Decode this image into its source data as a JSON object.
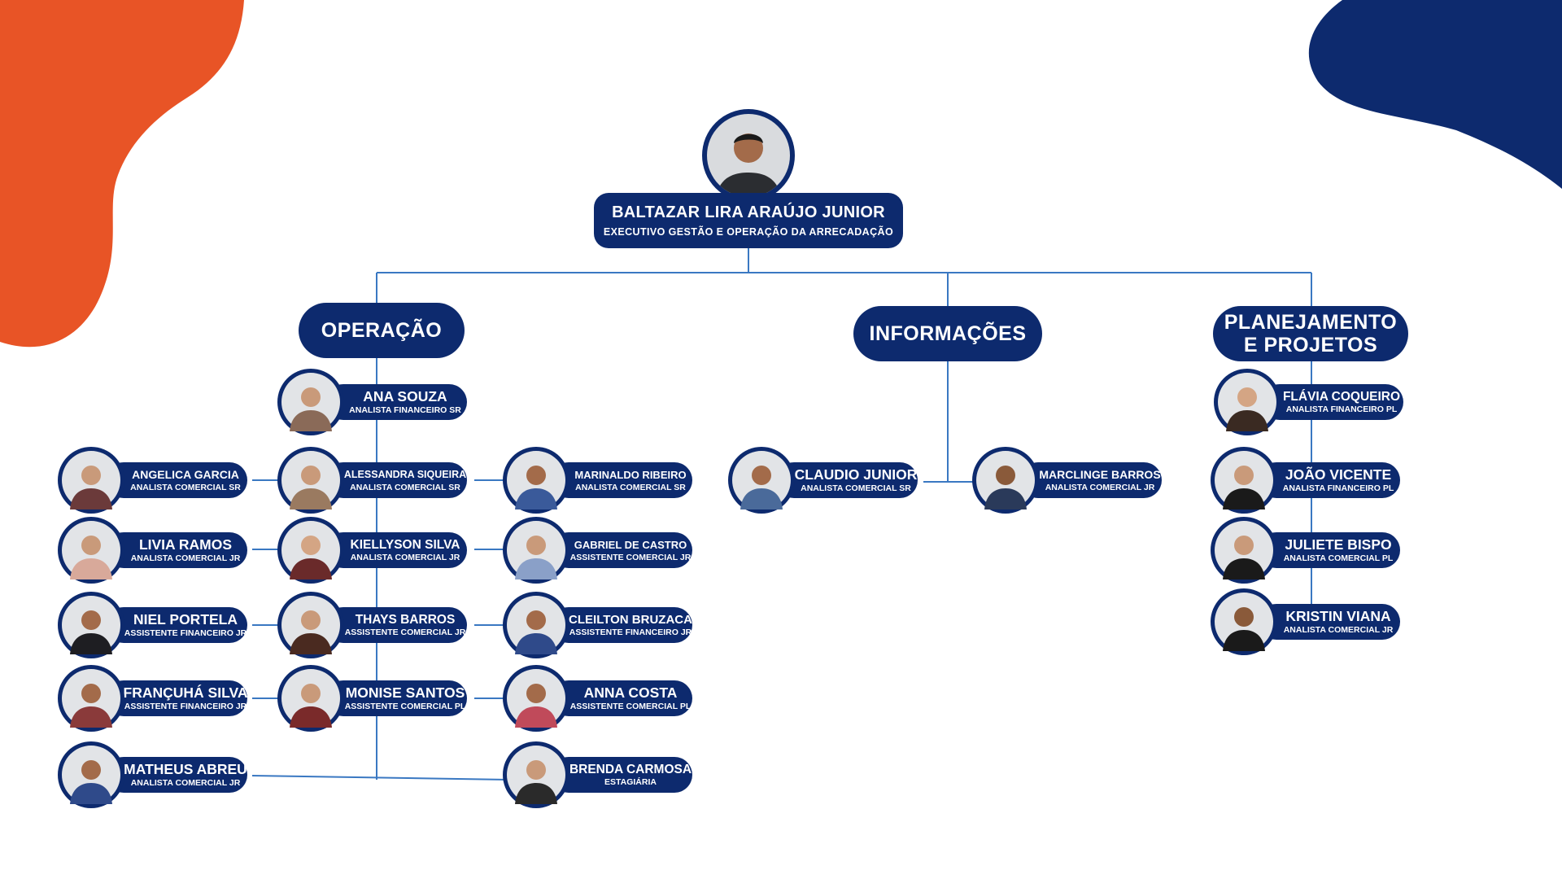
{
  "colors": {
    "navy": "#0d2a6e",
    "orange": "#e85426",
    "line": "#3a78c2",
    "white": "#ffffff"
  },
  "head": {
    "name": "BALTAZAR LIRA ARAÚJO JUNIOR",
    "role": "EXECUTIVO  GESTÃO  E OPERAÇÃO  DA ARRECADAÇÃO",
    "icon": "person-avatar-icon"
  },
  "departments": {
    "operacao": "OPERAÇÃO",
    "informacoes": "INFORMAÇÕES",
    "planejamento": [
      "PLANEJAMENTO",
      "E PROJETOS"
    ]
  },
  "people": {
    "ana_souza": {
      "name": "ANA SOUZA",
      "role": "ANALISTA FINANCEIRO SR"
    },
    "angelica": {
      "name": "ANGELICA GARCIA",
      "role": "ANALISTA COMERCIAL SR"
    },
    "livia": {
      "name": "LIVIA RAMOS",
      "role": "ANALISTA COMERCIAL JR"
    },
    "niel": {
      "name": "NIEL PORTELA",
      "role": "ASSISTENTE FINANCEIRO JR"
    },
    "francuha": {
      "name": "FRANÇUHÁ SILVA",
      "role": "ASSISTENTE FINANCEIRO JR"
    },
    "matheus": {
      "name": "MATHEUS ABREU",
      "role": "ANALISTA COMERCIAL JR"
    },
    "alessandra": {
      "name": "ALESSANDRA  SIQUEIRA",
      "role": "ANALISTA COMERCIAL SR"
    },
    "kiellyson": {
      "name": "KIELLYSON SILVA",
      "role": "ANALISTA COMERCIAL JR"
    },
    "thays": {
      "name": "THAYS BARROS",
      "role": "ASSISTENTE COMERCIAL JR"
    },
    "monise": {
      "name": "MONISE SANTOS",
      "role": "ASSISTENTE COMERCIAL PL"
    },
    "marinaldo": {
      "name": "MARINALDO  RIBEIRO",
      "role": "ANALISTA COMERCIAL SR"
    },
    "gabriel": {
      "name": "GABRIEL  DE CASTRO",
      "role": "ASSISTENTE COMERCIAL JR"
    },
    "cleilton": {
      "name": "CLEILTON BRUZACA",
      "role": "ASSISTENTE FINANCEIRO JR"
    },
    "anna_costa": {
      "name": "ANNA COSTA",
      "role": "ASSISTENTE COMERCIAL PL"
    },
    "brenda": {
      "name": "BRENDA CARMOSA",
      "role": "ESTAGIÁRIA"
    },
    "claudio": {
      "name": "CLAUDIO JUNIOR",
      "role": "ANALISTA COMERCIAL SR"
    },
    "marclinge": {
      "name": "MARCLINGE BARROS",
      "role": "ANALISTA COMERCIAL JR"
    },
    "flavia": {
      "name": "FLÁVIA COQUEIRO",
      "role": "ANALISTA FINANCEIRO PL"
    },
    "joao": {
      "name": "JOÃO VICENTE",
      "role": "ANALISTA FINANCEIRO PL"
    },
    "juliete": {
      "name": "JULIETE BISPO",
      "role": "ANALISTA COMERCIAL PL"
    },
    "kristin": {
      "name": "KRISTIN VIANA",
      "role": "ANALISTA COMERCIAL JR"
    }
  }
}
